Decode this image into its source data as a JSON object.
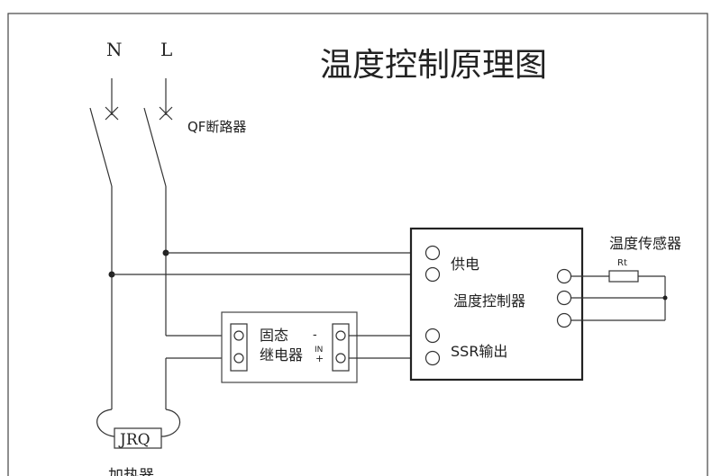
{
  "title": "温度控制原理图",
  "lines": {
    "neutral": "N",
    "live": "L"
  },
  "breaker": {
    "label": "QF断路器"
  },
  "controller": {
    "label": "温度控制器",
    "power_label": "供电",
    "ssr_output_label": "SSR输出"
  },
  "sensor": {
    "label": "温度传感器",
    "resistor_label": "Rt"
  },
  "ssr": {
    "label_line1": "固态",
    "label_line2": "继电器",
    "minus": "-",
    "in": "IN",
    "plus": "+"
  },
  "heater": {
    "box_label": "JRQ",
    "label": "加热器"
  },
  "colors": {
    "line": "#333333",
    "background": "#ffffff"
  }
}
